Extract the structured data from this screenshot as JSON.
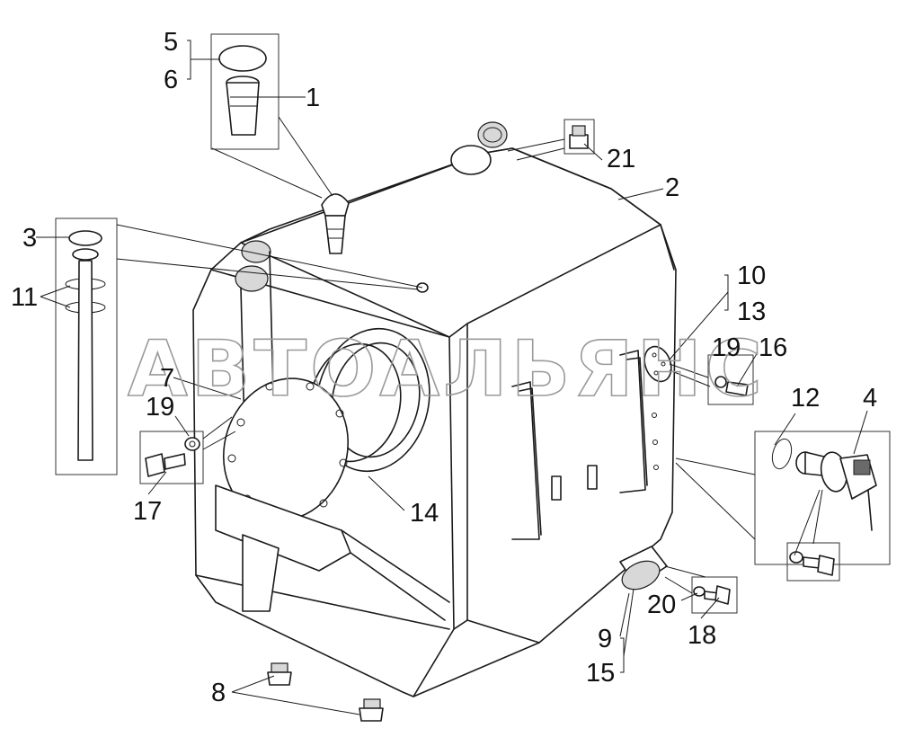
{
  "watermark": "АВТОАЛЬЯНС",
  "callouts": [
    "1",
    "2",
    "3",
    "4",
    "5",
    "6",
    "7",
    "8",
    "9",
    "10",
    "11",
    "12",
    "13",
    "14",
    "15",
    "16",
    "17",
    "18",
    "19",
    "19",
    "20",
    "21"
  ]
}
